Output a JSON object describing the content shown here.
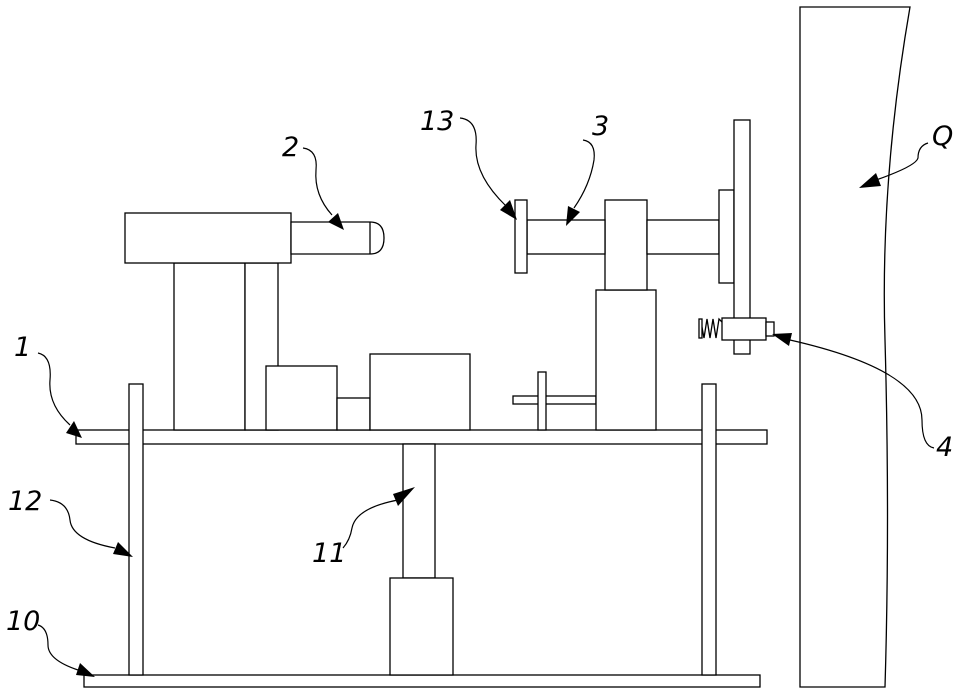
{
  "labels": {
    "l1": "1",
    "l2": "2",
    "l3": "3",
    "l4": "4",
    "l10": "10",
    "l11": "11",
    "l12": "12",
    "l13": "13",
    "lQ": "Q"
  }
}
